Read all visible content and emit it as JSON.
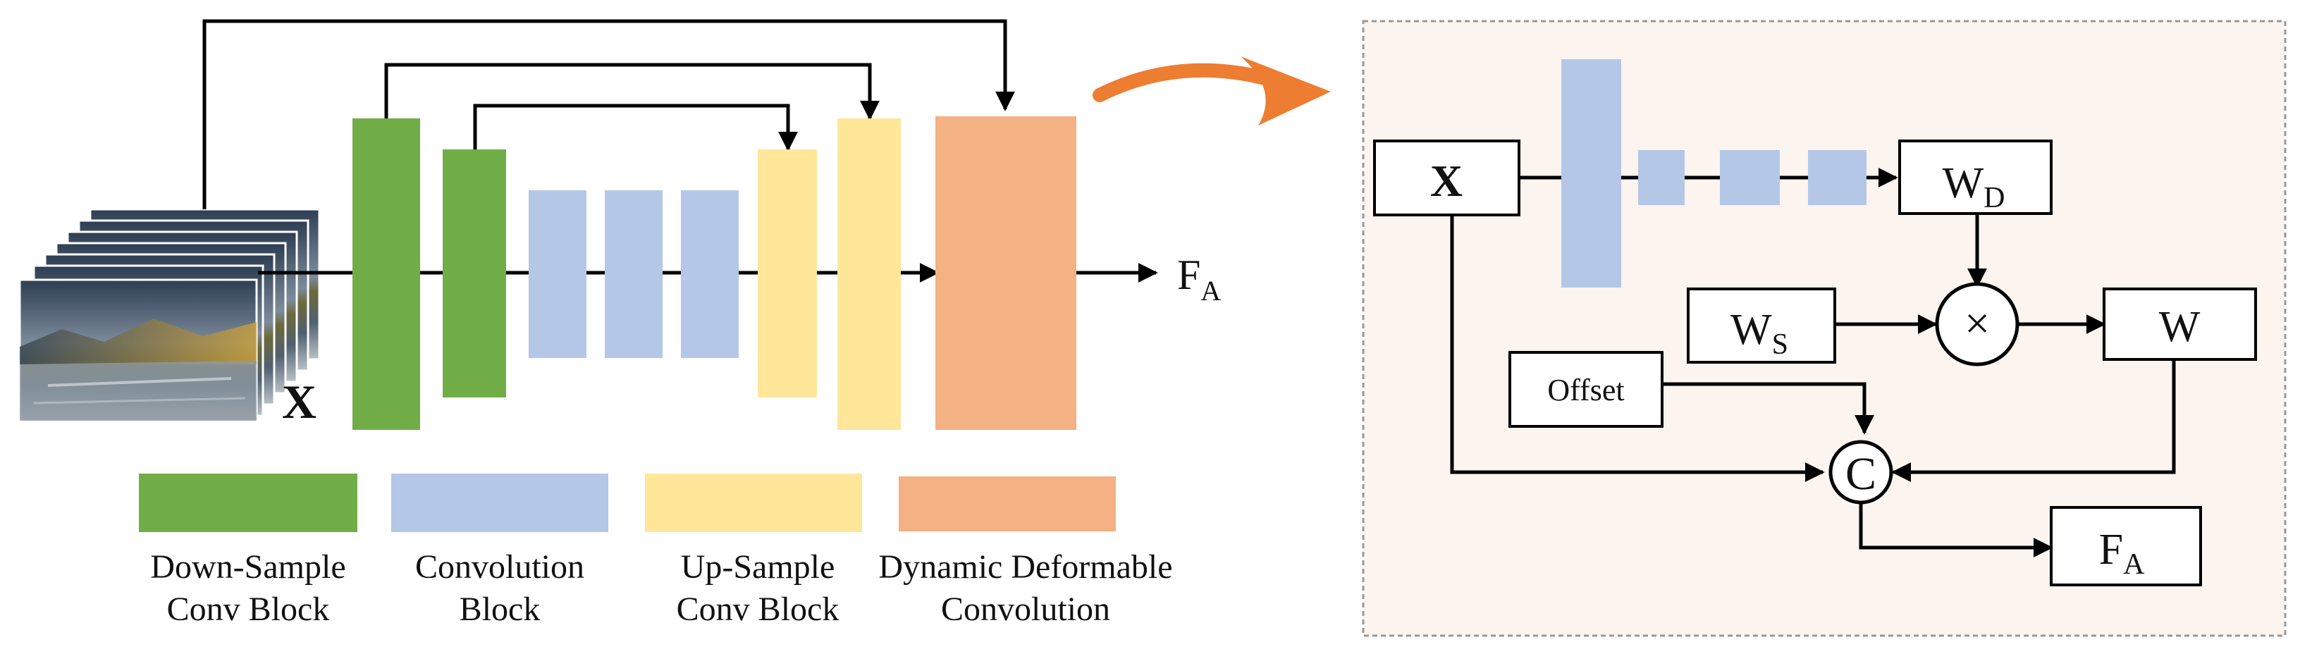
{
  "colors": {
    "down_sample": "#71ad47",
    "convolution": "#b4c7e7",
    "up_sample": "#ffe699",
    "dynamic_deformable": "#f4b183",
    "arrow_orange": "#ed7d31",
    "panel_bg": "#fbf4ef",
    "line": "#000000"
  },
  "left": {
    "input_label": "X",
    "output_main": "F",
    "output_sub": "A"
  },
  "legend": [
    {
      "line1": "Down-Sample",
      "line2": "Conv Block"
    },
    {
      "line1": "Convolution",
      "line2": "Block"
    },
    {
      "line1": "Up-Sample",
      "line2": "Conv Block"
    },
    {
      "line1": "Dynamic Deformable",
      "line2": "Convolution"
    }
  ],
  "right": {
    "x_label": "X",
    "wd_main": "W",
    "wd_sub": "D",
    "ws_main": "W",
    "ws_sub": "S",
    "multiply_symbol": "×",
    "w_label": "W",
    "offset_label": "Offset",
    "concat_symbol": "C",
    "fa_main": "F",
    "fa_sub": "A"
  },
  "icons": {
    "image_stack": "landscape-photo-stack-icon",
    "transition_arrow": "curved-arrow-icon"
  }
}
